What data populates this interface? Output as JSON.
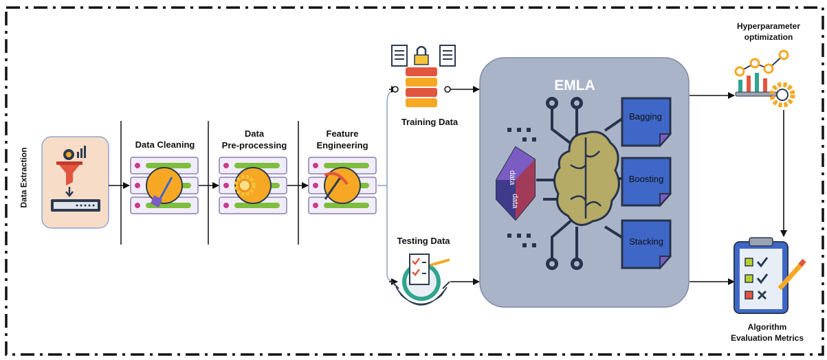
{
  "stages": {
    "extraction": "Data Extraction",
    "cleaning": "Data Cleaning",
    "preprocessing": [
      "Data",
      "Pre-processing"
    ],
    "feature_engineering": [
      "Feature",
      "Engineering"
    ]
  },
  "split": {
    "training": "Training Data",
    "testing": "Testing Data"
  },
  "model": {
    "title": "EMLA",
    "cube_text": "data",
    "methods": [
      "Bagging",
      "Boosting",
      "Stacking"
    ]
  },
  "outputs": {
    "hyperparameter": [
      "Hyperparameter",
      "optimization"
    ],
    "evaluation": [
      "Algorithm",
      "Evaluation Metrics"
    ]
  },
  "colors": {
    "emla_panel": "#a9b4c9",
    "extraction_box": "#f7dcc8",
    "method_doc": "#3f67c8",
    "brain": "#b5aa66",
    "circuit": "#27334a",
    "badge": "#f6a825"
  }
}
